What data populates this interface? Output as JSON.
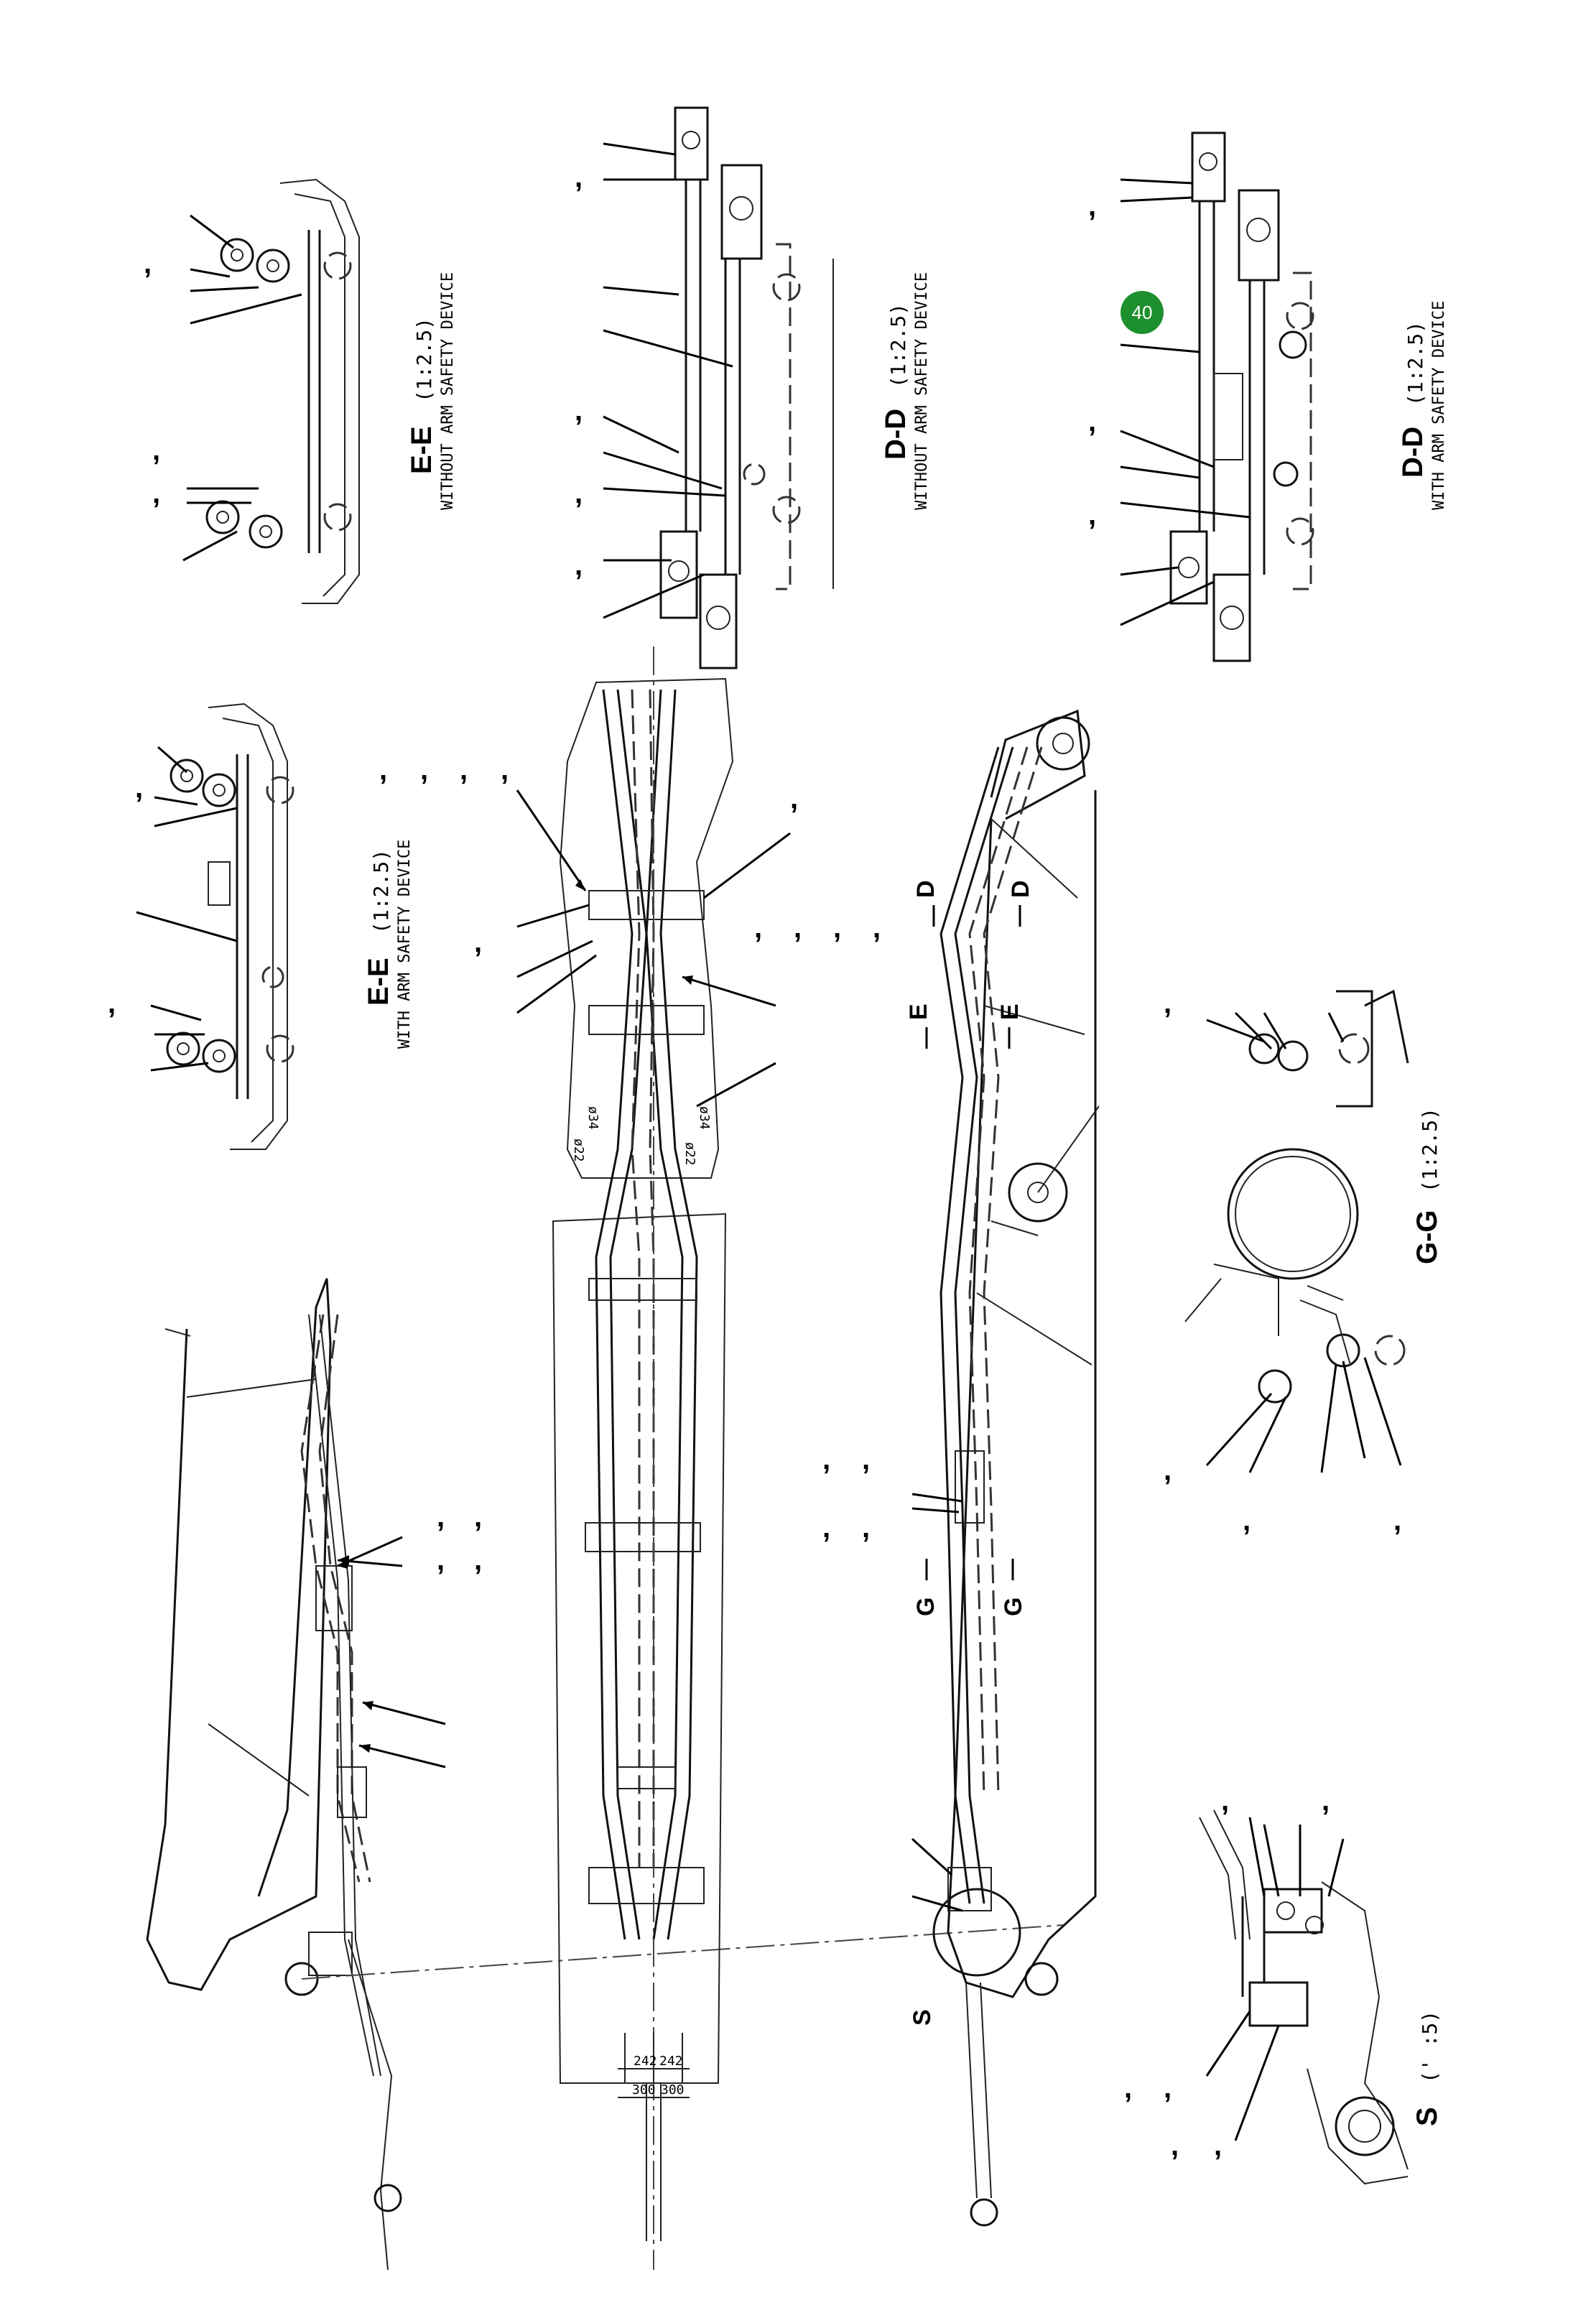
{
  "views": {
    "ee_with": {
      "title": "E-E",
      "scale": "(1:2.5)",
      "note": "WITH ARM SAFETY DEVICE"
    },
    "ee_without": {
      "title": "E-E",
      "scale": "(1:2.5)",
      "note": "WITHOUT ARM SAFETY DEVICE"
    },
    "dd_without": {
      "title": "D-D",
      "scale": "(1:2.5)",
      "note": "WITHOUT ARM SAFETY DEVICE"
    },
    "dd_with": {
      "title": "D-D",
      "scale": "(1:2.5)",
      "note": "WITH ARM SAFETY DEVICE"
    },
    "gg": {
      "title": "G-G",
      "scale": "(1:2.5)"
    },
    "s": {
      "title": "S",
      "scale": "(' :5)"
    }
  },
  "section_marks": {
    "d": "D",
    "e": "E",
    "g": "G",
    "s": "S"
  },
  "dimensions": {
    "d242": "242",
    "d300": "300",
    "d34": "ø34",
    "d22": "ø22"
  },
  "callout": {
    "number": "40",
    "color": "#1e8f2e"
  },
  "separator": ","
}
